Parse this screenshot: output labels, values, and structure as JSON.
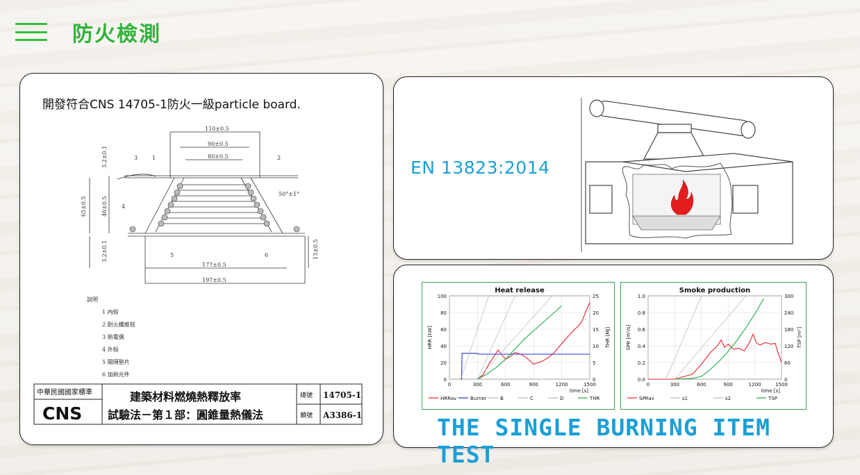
{
  "header": {
    "title": "防火檢測"
  },
  "left_card": {
    "description": "開發符合CNS 14705-1防火一級particle board.",
    "drawing": {
      "dims": [
        "110±0.5",
        "90±0.5",
        "80±0.5",
        "177±0.5",
        "197±0.5",
        "3.2±0.1",
        "65±0.5",
        "46±0.5",
        "3.2±0.1",
        "13±0.5",
        "50°±1°"
      ],
      "part_numbers": [
        "1",
        "2",
        "3",
        "4",
        "5",
        "6"
      ],
      "legend_title": "說明",
      "legend_items": [
        "1 內殼",
        "2 耐火纖維毯",
        "3 熱電偶",
        "4 外殼",
        "5 間隔墊片",
        "6 加熱元件"
      ]
    },
    "standard": {
      "org": "中華民國國家標準",
      "code": "CNS",
      "title_line1": "建築材料燃燒熱釋放率",
      "title_line2": "試驗法－第１部：圓錐量熱儀法",
      "no_label": "總號",
      "no_value": "14705-1",
      "cat_label": "類號",
      "cat_value": "A3386-1"
    }
  },
  "top_right": {
    "standard_label": "EN 13823:2014"
  },
  "bottom_right": {
    "test_label": "THE SINGLE BURNING ITEM TEST",
    "colors": {
      "red": "#e8202a",
      "blue": "#2433c4",
      "green": "#1faa46",
      "gray": "#b8b8b8"
    },
    "chart_data": [
      {
        "type": "line",
        "title": "Heat release",
        "xlabel": "time [s]",
        "ylabel": "HRR [kW]",
        "y2label": "THR [MJ]",
        "xlim": [
          0,
          1500
        ],
        "ylim": [
          0,
          100
        ],
        "y2lim": [
          0,
          25
        ],
        "xticks": [
          "0",
          "300",
          "600",
          "900",
          "1200",
          "1500"
        ],
        "yticks": [
          "0",
          "20",
          "40",
          "60",
          "80",
          "100"
        ],
        "y2ticks": [
          "0",
          "5",
          "10",
          "15",
          "20",
          "25"
        ],
        "series": [
          {
            "name": "HRRav",
            "color": "red",
            "axis": "y",
            "x": [
              300,
              360,
              420,
              480,
              520,
              560,
              600,
              650,
              700,
              760,
              820,
              860,
              900,
              950,
              1000,
              1060,
              1120,
              1180,
              1240,
              1300,
              1340,
              1380,
              1420,
              1460,
              1500
            ],
            "y": [
              0,
              5,
              18,
              28,
              35,
              29,
              24,
              27,
              32,
              30,
              26,
              22,
              18,
              20,
              22,
              26,
              32,
              40,
              48,
              55,
              60,
              64,
              70,
              82,
              92
            ]
          },
          {
            "name": "Burner",
            "color": "blue",
            "axis": "y",
            "x": [
              120,
              130,
              135,
              300,
              310,
              1500
            ],
            "y": [
              0,
              0,
              31,
              31,
              30,
              30
            ]
          },
          {
            "name": "B",
            "color": "gray",
            "axis": "y",
            "x": [
              120,
              420
            ],
            "y": [
              0,
              100
            ]
          },
          {
            "name": "C",
            "color": "gray",
            "axis": "y",
            "x": [
              300,
              700
            ],
            "y": [
              0,
              100
            ]
          },
          {
            "name": "D",
            "color": "gray",
            "axis": "y",
            "x": [
              300,
              1100
            ],
            "y": [
              0,
              100
            ]
          },
          {
            "name": "THR",
            "color": "green",
            "axis": "y2",
            "x": [
              300,
              400,
              500,
              600,
              700,
              800,
              900,
              1000,
              1100,
              1200
            ],
            "y": [
              0,
              1.5,
              3.5,
              6,
              9,
              12,
              14.5,
              17,
              19.5,
              22
            ]
          }
        ]
      },
      {
        "type": "line",
        "title": "Smoke production",
        "xlabel": "time [s]",
        "ylabel": "SPR [m²/s]",
        "y2label": "TSP [m²]",
        "xlim": [
          0,
          1500
        ],
        "ylim": [
          0,
          1.0
        ],
        "y2lim": [
          0,
          300
        ],
        "xticks": [
          "0",
          "300",
          "600",
          "900",
          "1200",
          "1500"
        ],
        "yticks": [
          "0.0",
          "0.2",
          "0.4",
          "0.6",
          "0.8",
          "1.0"
        ],
        "y2ticks": [
          "0",
          "60",
          "120",
          "180",
          "240",
          "300"
        ],
        "series": [
          {
            "name": "SPRav",
            "color": "red",
            "axis": "y",
            "x": [
              0,
              300,
              400,
              500,
              600,
              700,
              780,
              820,
              860,
              900,
              960,
              1020,
              1080,
              1140,
              1180,
              1220,
              1260,
              1320,
              1380,
              1430,
              1460,
              1500
            ],
            "y": [
              0,
              0,
              0.03,
              0.06,
              0.18,
              0.32,
              0.4,
              0.47,
              0.38,
              0.42,
              0.36,
              0.37,
              0.34,
              0.44,
              0.54,
              0.43,
              0.41,
              0.44,
              0.42,
              0.43,
              0.32,
              0.2
            ]
          },
          {
            "name": "s1",
            "color": "gray",
            "axis": "y",
            "x": [
              200,
              600
            ],
            "y": [
              0,
              1.0
            ]
          },
          {
            "name": "s2",
            "color": "gray",
            "axis": "y",
            "x": [
              300,
              1100
            ],
            "y": [
              0,
              1.0
            ]
          },
          {
            "name": "TSP",
            "color": "green",
            "axis": "y2",
            "x": [
              300,
              500,
              600,
              700,
              800,
              900,
              1000,
              1100,
              1200,
              1300
            ],
            "y": [
              0,
              3,
              10,
              35,
              65,
              100,
              140,
              185,
              235,
              290
            ]
          }
        ]
      }
    ]
  }
}
